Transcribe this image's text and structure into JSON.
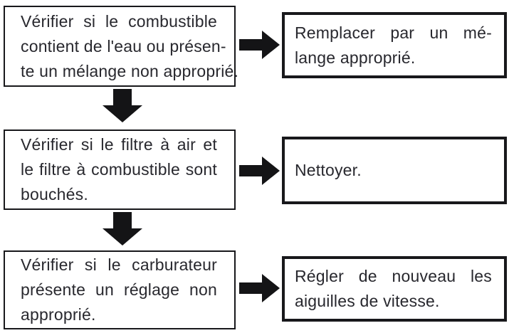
{
  "colors": {
    "background": "#ffffff",
    "border": "#18181b",
    "text": "#28282e",
    "arrow": "#141416"
  },
  "icons": {
    "right-arrow-icon": "➡",
    "down-arrow-icon": "⬇"
  },
  "flowchart": {
    "rows": [
      {
        "check_text": "Vérifier si le combustible contient de l'eau ou présente un mélange non approprié.",
        "check_lines": [
          "Vérifier si le combustible",
          "contient de l'eau ou présen-",
          "te un mélange non approprié."
        ],
        "action_text": "Remplacer par un mélange approprié.",
        "action_lines": [
          "Remplacer par un mé-",
          "lange approprié."
        ]
      },
      {
        "check_text": "Vérifier si le filtre à air et le filtre à combustible sont bouchés.",
        "check_lines": [
          "Vérifier si le filtre à air et",
          "le filtre à combustible sont",
          "bouchés."
        ],
        "action_text": "Nettoyer.",
        "action_lines": [
          "Nettoyer."
        ]
      },
      {
        "check_text": "Vérifier si le carburateur présente un réglage non approprié.",
        "check_lines": [
          "Vérifier si le carburateur",
          "présente un réglage non",
          "approprié."
        ],
        "action_text": "Régler de nouveau les aiguilles de vitesse.",
        "action_lines": [
          "Régler de nouveau les",
          "aiguilles de vitesse."
        ]
      }
    ]
  }
}
